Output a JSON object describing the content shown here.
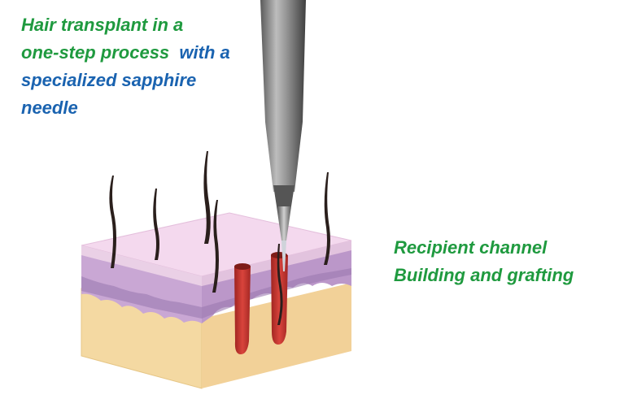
{
  "title": {
    "line1": "Hair  transplant in a",
    "line2a": "one-step process ",
    "line2b": " with a",
    "line3": "specialized sapphire",
    "line4": "needle"
  },
  "caption": {
    "line1": "Recipient channel",
    "line2": "Building and grafting"
  },
  "colors": {
    "green": "#1f9a3f",
    "blue": "#1a63b0",
    "skin_top": "#f4d9ee",
    "dermis": "#c9a7d4",
    "fat": "#f4d9a2",
    "channel": "#c8352f",
    "needle": "#7c7c7c",
    "hair": "#2a1f1c"
  }
}
